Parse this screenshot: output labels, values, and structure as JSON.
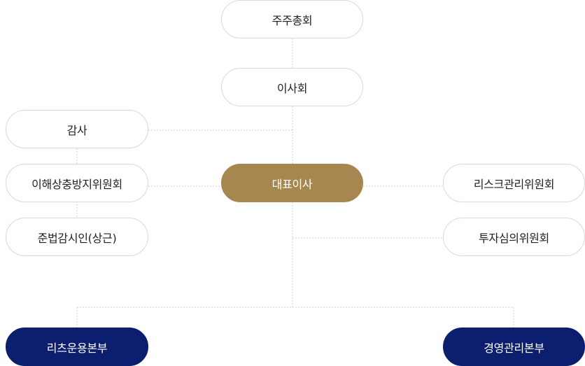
{
  "nodes": {
    "shareholders": "주주총회",
    "board": "이사회",
    "audit": "감사",
    "conflict_committee": "이해상충방지위원회",
    "compliance_officer": "준법감시인(상근)",
    "ceo": "대표이사",
    "risk_committee": "리스크관리위원회",
    "investment_committee": "투자심의위원회",
    "reits_division": "리츠운용본부",
    "management_division": "경영관리본부"
  },
  "colors": {
    "ceo_fill": "#a6874f",
    "division_fill": "#0b1f6e",
    "outline_border": "#d9d9d9",
    "connector": "#cfcfcf"
  }
}
